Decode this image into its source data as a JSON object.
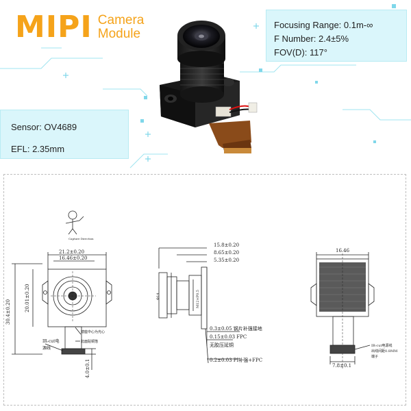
{
  "brand": {
    "main": "MIPI",
    "sub_line1": "Camera",
    "sub_line2": "Module",
    "color": "#f5a31a"
  },
  "specs_right": {
    "focusing_range": "Focusing Range: 0.1m-∞",
    "f_number": "F Number: 2.4±5%",
    "fov": "FOV(D): 117°"
  },
  "specs_left": {
    "sensor": "Sensor: OV4689",
    "efl": "EFL: 2.35mm"
  },
  "drawing": {
    "capture_direction": "Capture Direction",
    "front": {
      "width_total": "21.2±0.20",
      "width_inner": "16.46±0.20",
      "height_body": "20.01±0.20",
      "height_total": "30.4±0.20",
      "height_connector": "4.0±0.1",
      "label_screw": "镜座中心为光心",
      "label_bracket": "此面贴铜箔",
      "label_ircut_1": "IR-cut电",
      "label_ircut_2": "源线"
    },
    "side": {
      "dim_1": "15.8±0.20",
      "dim_2": "8.65±0.20",
      "dim_3": "5.35±0.20",
      "lens_dia": "M12×P0.5",
      "phi": "Φ14",
      "note_1": "0.3±0.05 钢片补强接地",
      "note_2": "0.15±0.03 FPC",
      "note_3": "无胶压延铜",
      "note_4": "0.2±0.03 PI补强+FPC"
    },
    "back": {
      "width": "16.46",
      "connector_w": "7.8±0.1",
      "note_1": "IR-cut电源线",
      "note_2": "出线间距0.8MM",
      "note_3": "端子"
    }
  }
}
